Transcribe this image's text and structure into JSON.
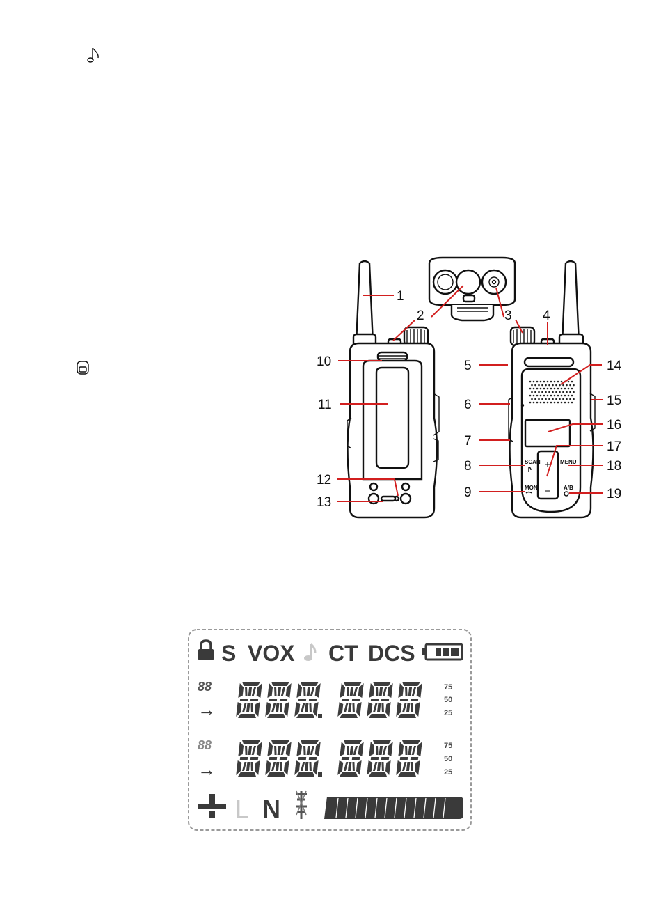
{
  "icons": {
    "note": "music-note-icon",
    "key_lock": "key-lock-icon"
  },
  "callouts": [
    {
      "n": "1"
    },
    {
      "n": "2"
    },
    {
      "n": "3"
    },
    {
      "n": "4"
    },
    {
      "n": "5"
    },
    {
      "n": "6"
    },
    {
      "n": "7"
    },
    {
      "n": "8"
    },
    {
      "n": "9"
    },
    {
      "n": "10"
    },
    {
      "n": "11"
    },
    {
      "n": "12"
    },
    {
      "n": "13"
    },
    {
      "n": "14"
    },
    {
      "n": "15"
    },
    {
      "n": "16"
    },
    {
      "n": "17"
    },
    {
      "n": "18"
    },
    {
      "n": "19"
    }
  ],
  "device": {
    "scan": "SCAN",
    "menu": "MENU",
    "moni": "MONI",
    "ab": "A/B",
    "plus": "+",
    "minus": "−"
  },
  "lcd": {
    "top_row": {
      "s": "S",
      "vox": "VOX",
      "ct": "CT",
      "dcs": "DCS"
    },
    "channel_a": "88",
    "channel_b": "88",
    "steps_a": [
      "75",
      "50",
      "25"
    ],
    "steps_b": [
      "75",
      "50",
      "25"
    ],
    "arrow_a": "→",
    "arrow_b": "→",
    "bottom": {
      "l": "L",
      "n": "N"
    }
  },
  "colors": {
    "leader": "#d21f1f",
    "lcd_on": "#3a3a3a",
    "lcd_off": "#c8c8c8"
  }
}
